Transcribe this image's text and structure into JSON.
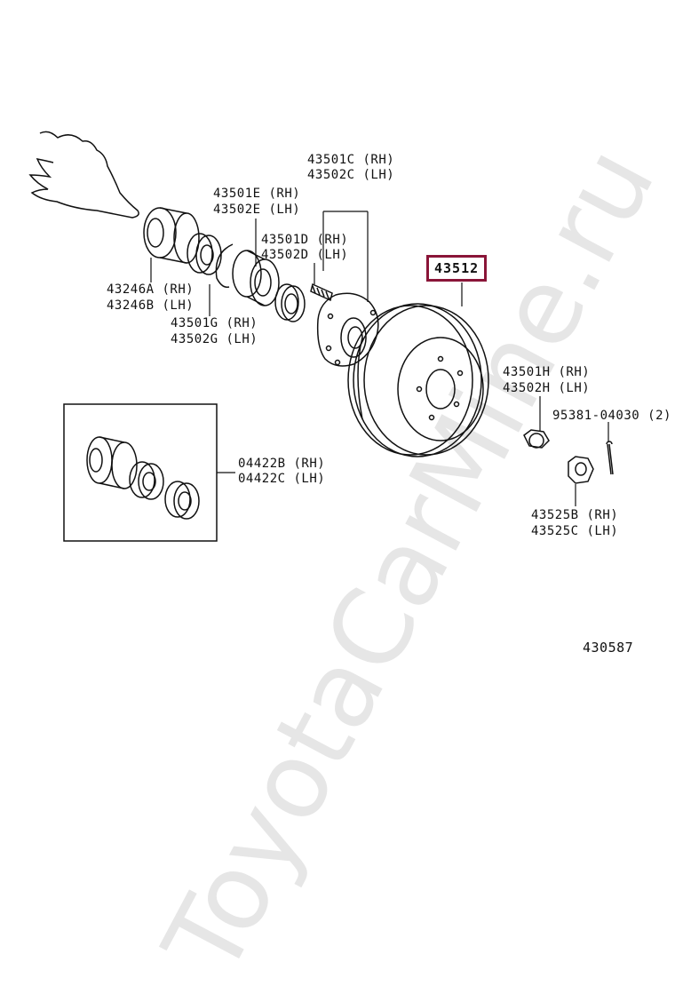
{
  "watermark": "ToyotaCarMine.ru",
  "diagram_id": "430587",
  "highlighted_part": "43512",
  "labels": {
    "p43501C": "43501C (RH)",
    "p43502C": "43502C (LH)",
    "p43501E": "43501E (RH)",
    "p43502E": "43502E (LH)",
    "p43501D": "43501D (RH)",
    "p43502D": "43502D (LH)",
    "p43246A": "43246A (RH)",
    "p43246B": "43246B (LH)",
    "p43501G": "43501G (RH)",
    "p43502G": "43502G (LH)",
    "p43501H": "43501H (RH)",
    "p43502H": "43502H (LH)",
    "p95381": "95381-04030 (2)",
    "p04422B": "04422B (RH)",
    "p04422C": "04422C (LH)",
    "p43525B": "43525B (RH)",
    "p43525C": "43525C (LH)"
  },
  "colors": {
    "highlight_border": "#8a1538",
    "line": "#111111",
    "watermark": "#e6e6e6"
  }
}
